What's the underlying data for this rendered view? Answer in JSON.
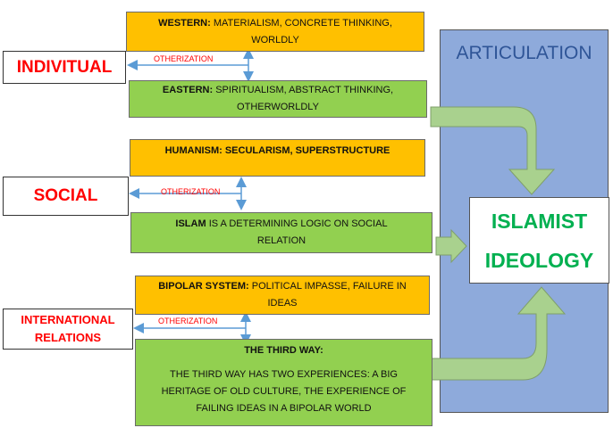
{
  "articulation": {
    "title": "ARTICULATION"
  },
  "ideology": {
    "line1": "ISLAMIST",
    "line2": "IDEOLOGY"
  },
  "otherization": "OTHERIZATION",
  "levels": [
    {
      "label_line1": "INDIVITUAL",
      "label_line2": "",
      "top": {
        "bold": "WESTERN:",
        "rest": " MATERIALISM, CONCRETE THINKING,",
        "line2": "WORLDLY"
      },
      "bottom": {
        "bold": "EASTERN:",
        "rest": " SPIRITUALISM, ABSTRACT THINKING,",
        "line2": "OTHERWORLDLY"
      }
    },
    {
      "label_line1": "SOCIAL",
      "label_line2": "",
      "top": {
        "bold": "HUMANISM: SECULARISM, SUPERSTRUCTURE",
        "rest": "",
        "line2": ""
      },
      "bottom": {
        "bold": "ISLAM",
        "rest": " IS A DETERMINING LOGIC ON SOCIAL",
        "line2": "RELATION"
      }
    },
    {
      "label_line1": "INTERNATIONAL",
      "label_line2": "RELATIONS",
      "top": {
        "bold": "BIPOLAR SYSTEM:",
        "rest": " POLITICAL IMPASSE, FAILURE IN",
        "line2": "IDEAS"
      },
      "bottom": {
        "bold": "THE THIRD WAY:",
        "body_line1": "THE THIRD WAY HAS TWO EXPERIENCES: A BIG",
        "body_line2": "HERITAGE OF OLD CULTURE, THE EXPERIENCE OF",
        "body_line3": "FAILING IDEAS IN A BIPOLAR WORLD"
      }
    }
  ],
  "colors": {
    "orange": "#ffc000",
    "green": "#92d050",
    "articulation_bg": "#8eaadb",
    "articulation_text": "#2f5597",
    "label_red": "#ff0000",
    "ideology_green": "#00b050",
    "connector_blue": "#5b9bd5",
    "arrow_green": "#a9d18e"
  }
}
